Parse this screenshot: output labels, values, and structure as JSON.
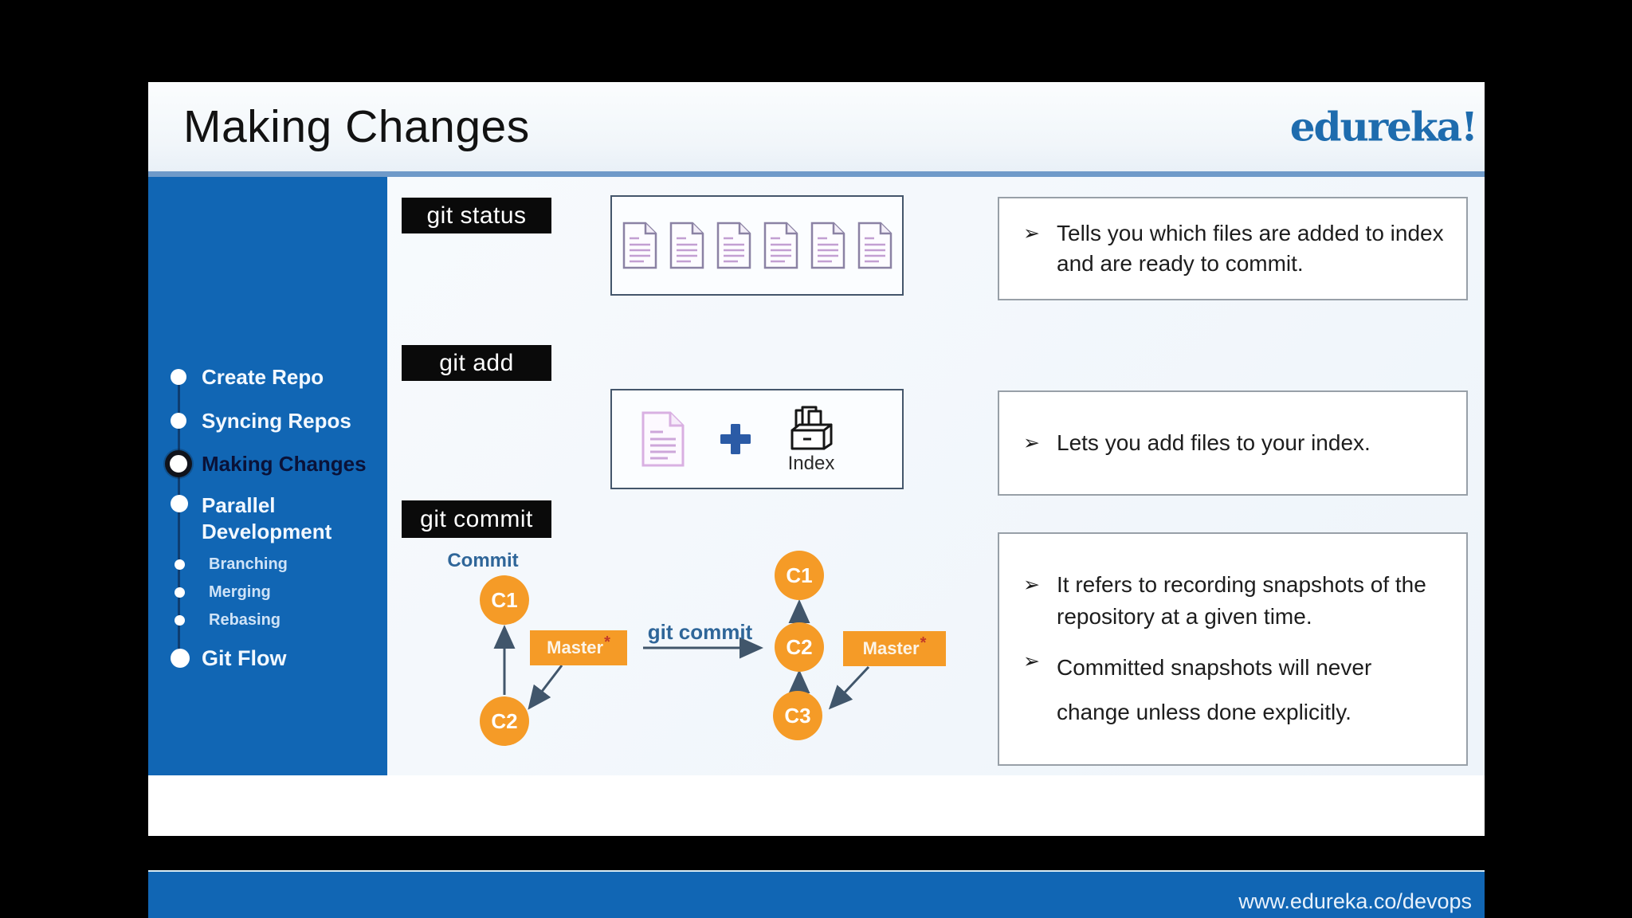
{
  "ui": {
    "bullet_glyph": "➢",
    "branch_marker": "*"
  },
  "header": {
    "title": "Making Changes",
    "logo_text": "edureka!"
  },
  "sidebar": {
    "items": [
      {
        "label": "Create Repo",
        "level": "main",
        "active": false
      },
      {
        "label": "Syncing Repos",
        "level": "main",
        "active": false
      },
      {
        "label": "Making Changes",
        "level": "main",
        "active": true
      },
      {
        "label": "Parallel Development",
        "level": "main",
        "active": false
      },
      {
        "label": "Branching",
        "level": "sub",
        "active": false
      },
      {
        "label": "Merging",
        "level": "sub",
        "active": false
      },
      {
        "label": "Rebasing",
        "level": "sub",
        "active": false
      },
      {
        "label": "Git Flow",
        "level": "main",
        "active": false
      }
    ]
  },
  "main": {
    "file_icon_count": 6,
    "rows": [
      {
        "command": "git status",
        "note": "Tells you which files are added to index\nand are ready to commit."
      },
      {
        "command": "git add",
        "index_label": "Index",
        "note": "Lets you add files to your index."
      },
      {
        "command": "git commit",
        "diagram_title": "Commit",
        "arrow_label": "git commit",
        "before": {
          "commits": [
            "C1",
            "C2"
          ],
          "branch": "Master"
        },
        "after": {
          "commits": [
            "C1",
            "C2",
            "C3"
          ],
          "branch": "Master"
        },
        "notes": [
          "It refers to recording snapshots of the\nrepository at a given time.",
          "Committed snapshots will never\nchange unless done explicitly."
        ]
      }
    ]
  },
  "footer": {
    "url": "www.edureka.co/devops"
  },
  "colors": {
    "sidebar_blue": "#1166b4",
    "divider_blue": "#6f9ac9",
    "orange": "#f59b27",
    "arrow_slate": "#41566b",
    "diagram_label_blue": "#2f6699",
    "logo_blue": "#1e6cae",
    "doc_icon_outline": "#8b82a4",
    "doc_icon_lines": "#c39fd2",
    "plus_blue": "#2b5ba6",
    "asterisk_red": "#c23a28",
    "command_label_bg": "#0a0a0a"
  }
}
